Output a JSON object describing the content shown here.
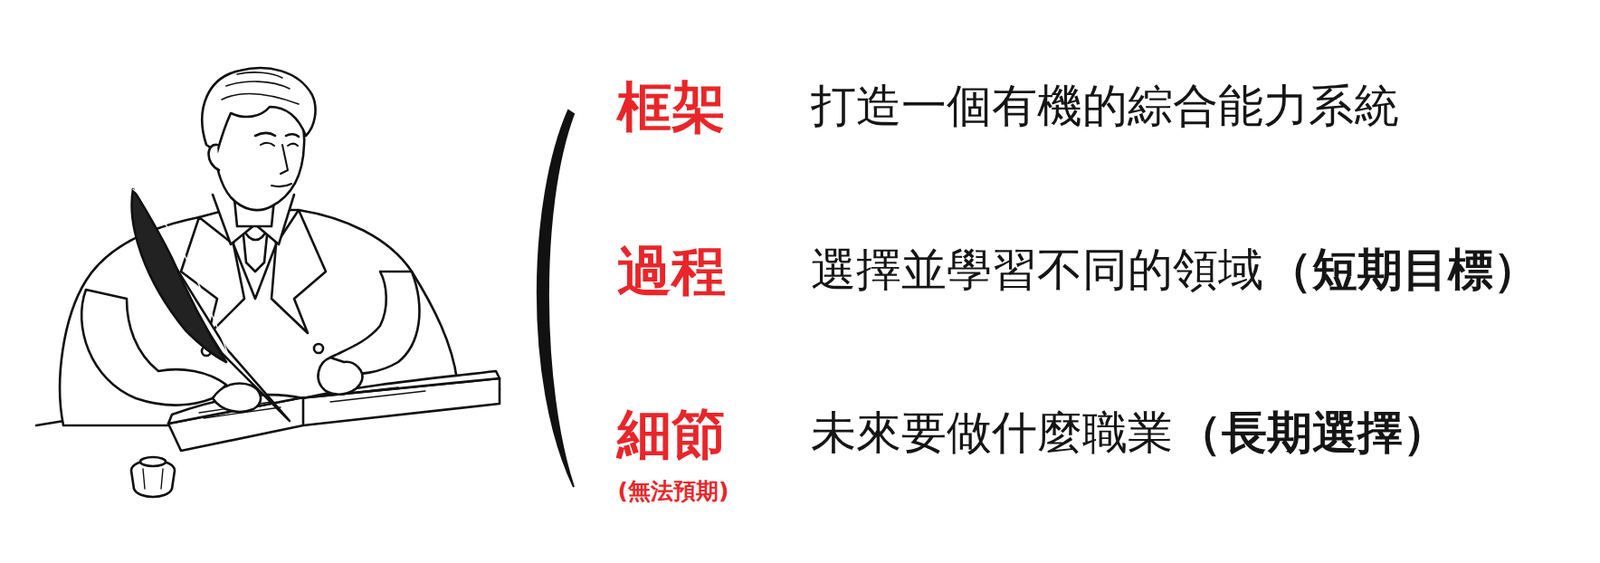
{
  "diagram": {
    "labels": [
      "框架",
      "打造一個有機的綜合能力系統",
      "過程",
      "選擇並學習不同的領域",
      "（短期目標）",
      "細節",
      "(無法預期)",
      "未來要做什麼職業",
      "（長期選擇）"
    ]
  }
}
